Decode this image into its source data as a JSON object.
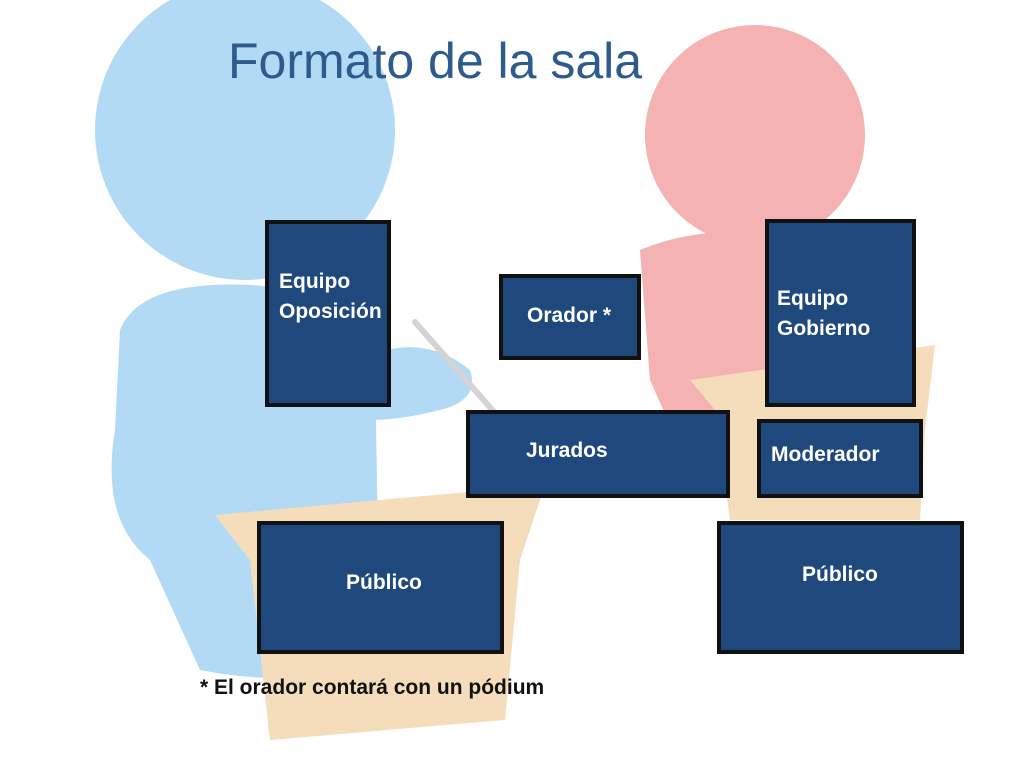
{
  "slide": {
    "title": "Formato de la sala",
    "footnote": "* El orador contará con un pódium"
  },
  "layout": {
    "opposition_team": {
      "line1": "Equipo",
      "line2": "Oposición"
    },
    "government_team": {
      "line1": "Equipo",
      "line2": "Gobierno"
    },
    "speaker": "Orador *",
    "judges": "Jurados",
    "moderator": "Moderador",
    "audience_left": "Público",
    "audience_right": "Público"
  },
  "colors": {
    "box_fill": "#1f497d",
    "box_border": "#111111",
    "title": "#2e5b8e",
    "background_figure_left": "#4aa8e8",
    "background_figure_right": "#e84a4a",
    "background_podium": "#e8b060"
  }
}
